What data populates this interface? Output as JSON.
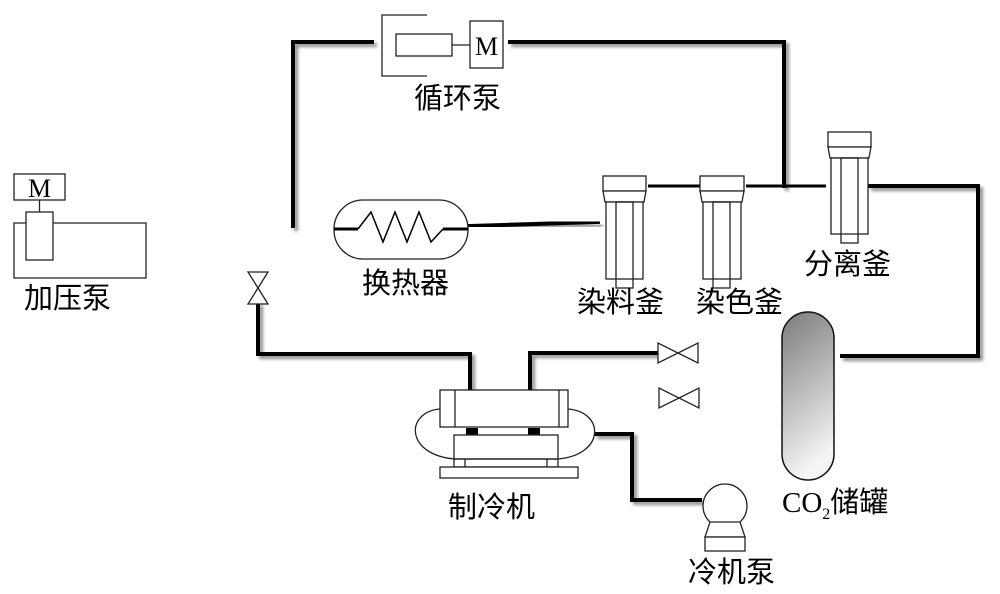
{
  "diagram": {
    "type": "process-flow-diagram",
    "components": {
      "circulation_pump": {
        "label": "循环泵",
        "motor_symbol": "M"
      },
      "booster_pump": {
        "label": "加压泵",
        "motor_symbol": "M"
      },
      "heat_exchanger": {
        "label": "换热器"
      },
      "dye_vessel": {
        "label": "染料釜"
      },
      "dyeing_vessel": {
        "label": "染色釜"
      },
      "separator": {
        "label": "分离釜"
      },
      "refrigerator": {
        "label": "制冷机"
      },
      "chiller_pump": {
        "label": "冷机泵"
      },
      "co2_tank": {
        "label_prefix": "CO",
        "label_subscript": "2",
        "label_suffix": "储罐"
      }
    },
    "valves": [
      "bypass-valve",
      "tank-valve-upper",
      "tank-valve-lower"
    ],
    "colors": {
      "pipe": "#000000",
      "tank_gradient_top": "#7a7a7a",
      "tank_gradient_bottom": "#f2f2f2"
    }
  }
}
